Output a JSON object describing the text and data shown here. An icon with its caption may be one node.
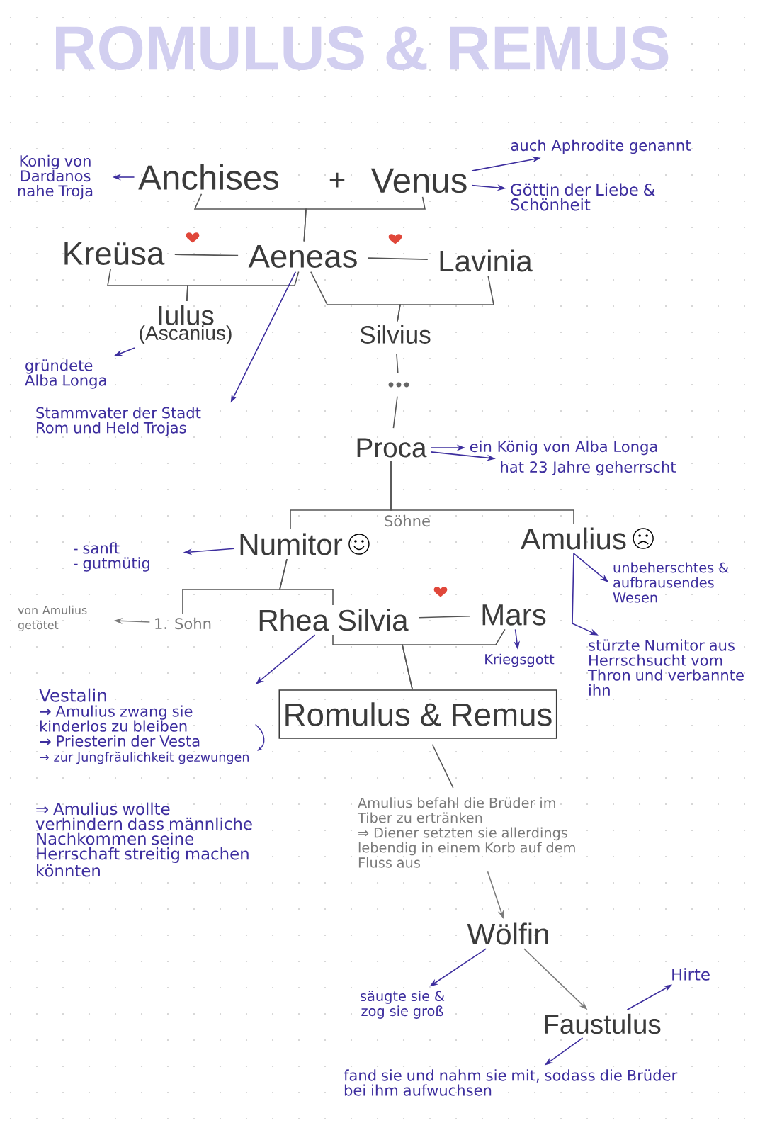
{
  "diagram": {
    "title": "ROMULUS & REMUS",
    "nodes": [
      {
        "text": [
          "Anchises"
        ]
      },
      {
        "text": [
          "Venus"
        ]
      },
      {
        "text": [
          "Konig von Dardanos nahe Troja"
        ]
      },
      {
        "text": [
          "auch Aphrodite genannt"
        ]
      },
      {
        "text": [
          "Göttin der Liebe & Schönheit"
        ]
      },
      {
        "text": [
          "Kreüsa"
        ]
      },
      {
        "text": [
          "Aeneas"
        ]
      },
      {
        "text": [
          "Lavinia"
        ]
      },
      {
        "text": [
          "Iulus",
          "(Ascanius)"
        ]
      },
      {
        "text": [
          "gründete Alba Longa"
        ]
      },
      {
        "text": [
          "Stammvater der Stadt Rom und Held Trojas"
        ]
      },
      {
        "text": [
          "Silvius"
        ]
      },
      {
        "text": [],
        "shape": "dots"
      },
      {
        "text": [
          "Proca"
        ]
      },
      {
        "text": [
          "ein König von Alba Longa"
        ]
      },
      {
        "text": [
          "hat 23 Jahre geherrscht"
        ]
      },
      {
        "text": [
          "Numitor"
        ]
      },
      {
        "text": [
          "Amulius"
        ]
      },
      {
        "text": [
          "- sanft",
          "- gutmütig"
        ]
      },
      {
        "text": [
          "1. Sohn"
        ]
      },
      {
        "text": [
          "von Amulius getötet"
        ]
      },
      {
        "text": [
          "Rhea Silvia"
        ]
      },
      {
        "text": [
          "Mars"
        ]
      },
      {
        "text": [
          "Kriegsgott"
        ]
      },
      {
        "text": [
          "unbeherschtes & aufbrausendes Wesen"
        ]
      },
      {
        "text": [
          "stürzte Numitor aus Herrschsucht vom Thron und verbannte ihn"
        ]
      },
      {
        "text": [
          "Vestalin",
          "→ Amulius zwang sie kinderlos zu bleiben",
          "→ Priesterin der Vesta",
          "→ zur Jungfräulichkeit gezwungen"
        ]
      },
      {
        "text": [
          "⇒ Amulius wollte verhindern dass männliche Nachkommen seine Herrschaft streitig machen könnten"
        ]
      },
      {
        "text": [
          "Romulus & Remus"
        ]
      },
      {
        "text": [
          "Amulius befahl die Brüder im Tiber zu ertränken",
          "⇒ Diener setzten sie allerdings lebendig in einem Korb auf dem Fluss aus"
        ]
      },
      {
        "text": [
          "Wölfin"
        ]
      },
      {
        "text": [
          "säugte sie & zog sie groß"
        ]
      },
      {
        "text": [
          "Faustulus"
        ]
      },
      {
        "text": [
          "Hirte"
        ]
      },
      {
        "text": [
          "fand sie und nahm sie mit, sodass die Brüder bei ihm aufwuchsen"
        ]
      }
    ],
    "edges": [
      {
        "from": 0,
        "to": 2,
        "arrow": "to",
        "color": "#3d2e9e"
      },
      {
        "from": 1,
        "to": 3,
        "arrow": "to",
        "color": "#3d2e9e"
      },
      {
        "from": 1,
        "to": 4,
        "arrow": "to",
        "color": "#3d2e9e"
      },
      {
        "from": 0,
        "to": 6,
        "arrow": "none"
      },
      {
        "from": 1,
        "to": 6,
        "arrow": "none"
      },
      {
        "from": 5,
        "to": 6,
        "arrow": "none"
      },
      {
        "from": 6,
        "to": 7,
        "arrow": "none"
      },
      {
        "from": 5,
        "to": 8,
        "arrow": "none"
      },
      {
        "from": 6,
        "to": 8,
        "arrow": "none"
      },
      {
        "from": 6,
        "to": 11,
        "arrow": "none"
      },
      {
        "from": 7,
        "to": 11,
        "arrow": "none"
      },
      {
        "from": 6,
        "to": 10,
        "arrow": "to",
        "color": "#3d2e9e"
      },
      {
        "from": 8,
        "to": 9,
        "arrow": "to",
        "color": "#3d2e9e"
      },
      {
        "from": 11,
        "to": 12,
        "arrow": "none"
      },
      {
        "from": 12,
        "to": 13,
        "arrow": "none"
      },
      {
        "from": 13,
        "to": 14,
        "arrow": "to",
        "color": "#3d2e9e"
      },
      {
        "from": 13,
        "to": 15,
        "arrow": "to",
        "color": "#3d2e9e"
      },
      {
        "from": 13,
        "to": 16,
        "arrow": "none"
      },
      {
        "from": 13,
        "to": 17,
        "arrow": "none"
      },
      {
        "from": 16,
        "to": 18,
        "arrow": "to",
        "color": "#3d2e9e"
      },
      {
        "from": 16,
        "to": 19,
        "arrow": "none"
      },
      {
        "from": 16,
        "to": 21,
        "arrow": "none"
      },
      {
        "from": 19,
        "to": 20,
        "arrow": "to",
        "color": "#7a7a7a"
      },
      {
        "from": 17,
        "to": 24,
        "arrow": "to",
        "color": "#3d2e9e"
      },
      {
        "from": 17,
        "to": 25,
        "arrow": "to",
        "color": "#3d2e9e"
      },
      {
        "from": 21,
        "to": 22,
        "arrow": "none"
      },
      {
        "from": 21,
        "to": 28,
        "arrow": "none"
      },
      {
        "from": 22,
        "to": 28,
        "arrow": "none"
      },
      {
        "from": 22,
        "to": 23,
        "arrow": "to",
        "color": "#3d2e9e"
      },
      {
        "from": 21,
        "to": 26,
        "arrow": "to",
        "color": "#3d2e9e"
      },
      {
        "from": 28,
        "to": 29,
        "arrow": "none"
      },
      {
        "from": 29,
        "to": 30,
        "arrow": "to",
        "color": "#7a7a7a"
      },
      {
        "from": 30,
        "to": 31,
        "arrow": "to",
        "color": "#3d2e9e"
      },
      {
        "from": 30,
        "to": 32,
        "arrow": "to",
        "color": "#7a7a7a"
      },
      {
        "from": 32,
        "to": 33,
        "arrow": "to",
        "color": "#3d2e9e"
      },
      {
        "from": 32,
        "to": 34,
        "arrow": "to",
        "color": "#3d2e9e"
      }
    ],
    "labels": [
      "+",
      "Söhne"
    ]
  }
}
